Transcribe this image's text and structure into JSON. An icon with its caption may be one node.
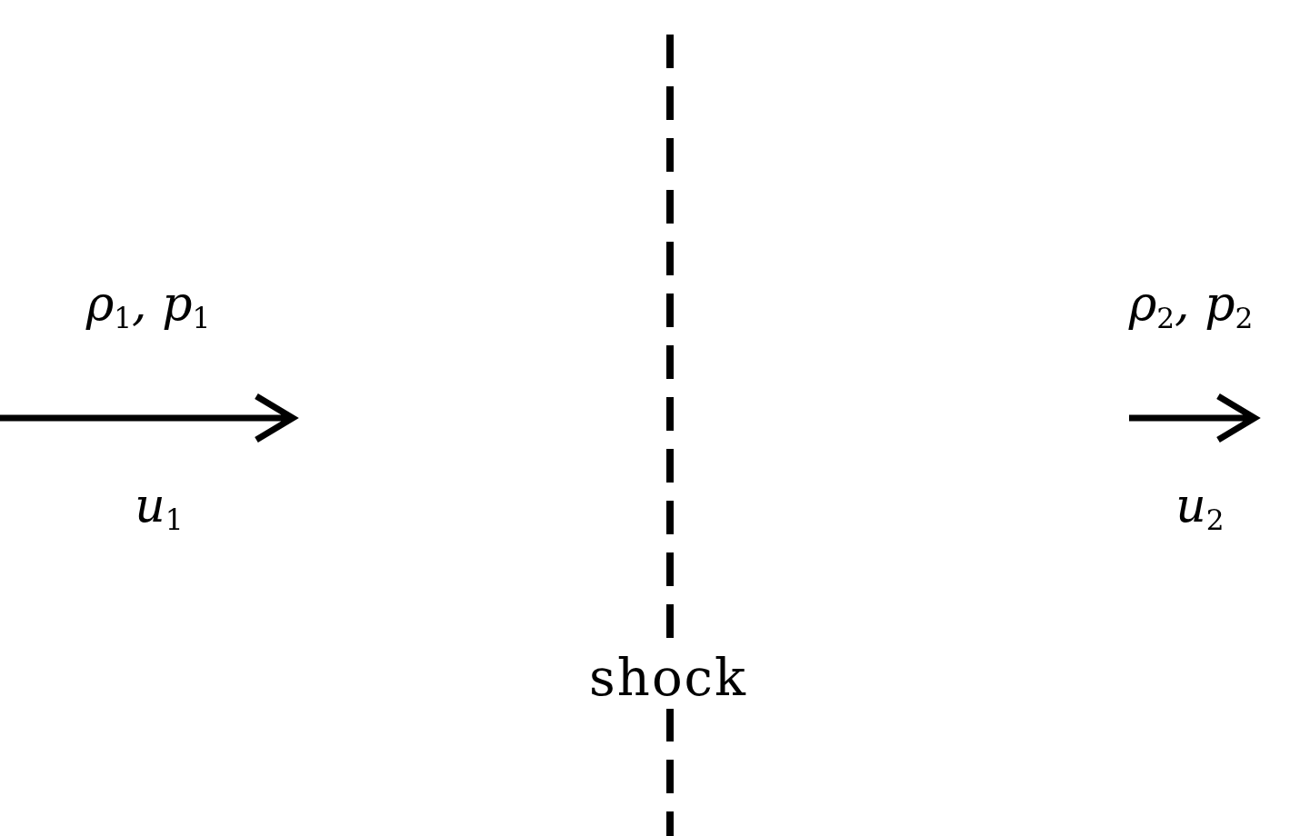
{
  "diagram": {
    "labels": [
      "ρ$_{1}$,  p$_{1}$",
      "u$_{1}$",
      "shock",
      "ρ$_{2}$,  p$_{2}$",
      "u$_{2}$"
    ]
  }
}
